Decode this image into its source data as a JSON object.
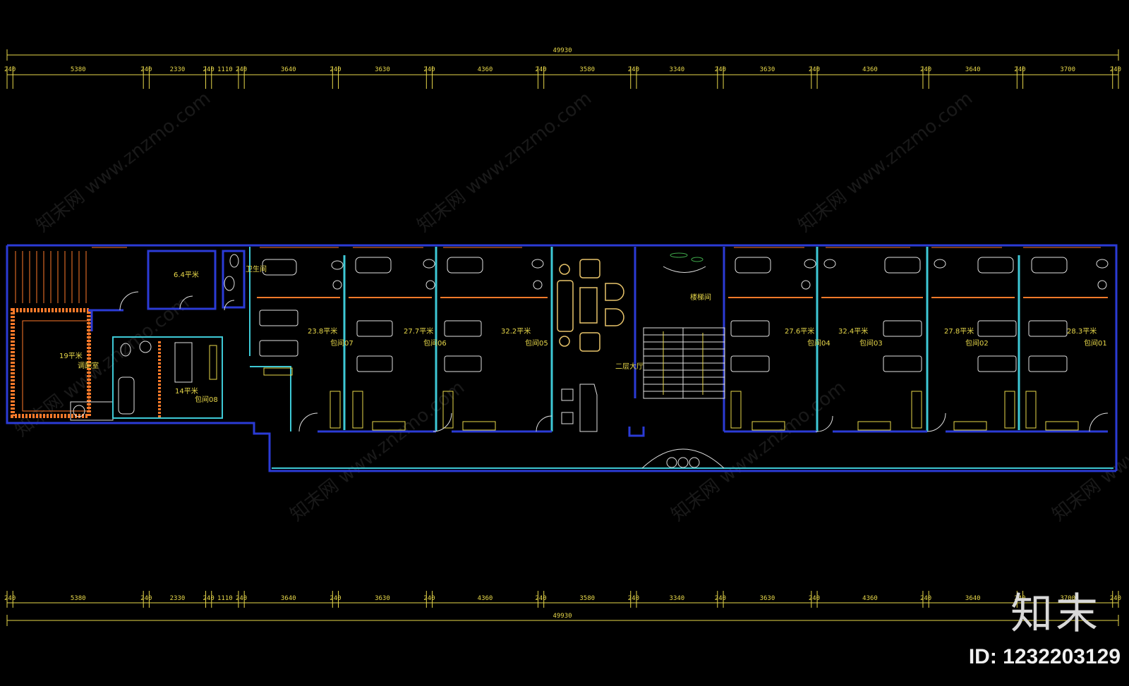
{
  "dims": {
    "total": "49930",
    "segments": [
      "240",
      "5380",
      "240",
      "2330",
      "240",
      "1110",
      "240",
      "3640",
      "240",
      "3630",
      "240",
      "4360",
      "240",
      "3580",
      "240",
      "3340",
      "240",
      "3630",
      "240",
      "4360",
      "240",
      "3640",
      "240",
      "3700",
      "240"
    ]
  },
  "rooms": [
    {
      "label": "调配室",
      "area": "19平米"
    },
    {
      "label": "",
      "area": "6.4平米"
    },
    {
      "label": "卫生间",
      "area": ""
    },
    {
      "label": "包间08",
      "area": "14平米"
    },
    {
      "label": "包间07",
      "area": "23.8平米"
    },
    {
      "label": "包间06",
      "area": "27.7平米"
    },
    {
      "label": "包间05",
      "area": "32.2平米"
    },
    {
      "label": "二层大厅",
      "area": ""
    },
    {
      "label": "楼梯间",
      "area": ""
    },
    {
      "label": "包间04",
      "area": "27.6平米"
    },
    {
      "label": "包间03",
      "area": "32.4平米"
    },
    {
      "label": "包间02",
      "area": "27.8平米"
    },
    {
      "label": "包间01",
      "area": "28.3平米"
    }
  ],
  "watermark": "知末网 www.znzmo.com",
  "brand": "知末",
  "id_text": "ID: 1232203129",
  "colors": {
    "wall": "#2b3bd6",
    "dim": "#e8d84a",
    "partition": "#3ec9d6",
    "furniture": "#e0e0e0",
    "accent": "#ff7a2a"
  }
}
